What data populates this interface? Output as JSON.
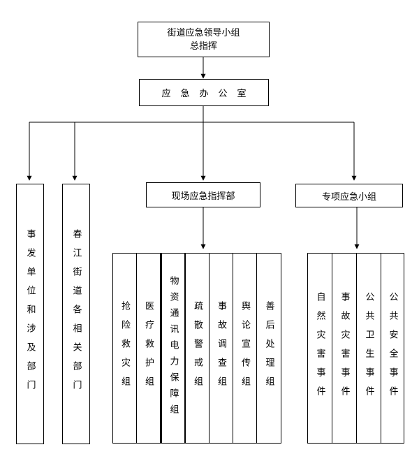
{
  "top_box": {
    "line1": "街道应急领导小组",
    "line2": "总指挥"
  },
  "office_box": {
    "label": "应急办公室"
  },
  "left_boxes": [
    {
      "label": "事发单位和涉及部门"
    },
    {
      "label": "春江街道各相关部门"
    }
  ],
  "field_command": {
    "label": "现场应急指挥部",
    "groups": [
      {
        "label": "抢险救灾组"
      },
      {
        "label": "医疗救护组"
      },
      {
        "label": "物资通讯电力保障组"
      },
      {
        "label": "疏散警戒组"
      },
      {
        "label": "事故调查组"
      },
      {
        "label": "舆论宣传组"
      },
      {
        "label": "善后处理组"
      }
    ]
  },
  "special_groups": {
    "label": "专项应急小组",
    "groups": [
      {
        "label": "自然灾害事件"
      },
      {
        "label": "事故灾害事件"
      },
      {
        "label": "公共卫生事件"
      },
      {
        "label": "公共安全事件"
      }
    ]
  }
}
